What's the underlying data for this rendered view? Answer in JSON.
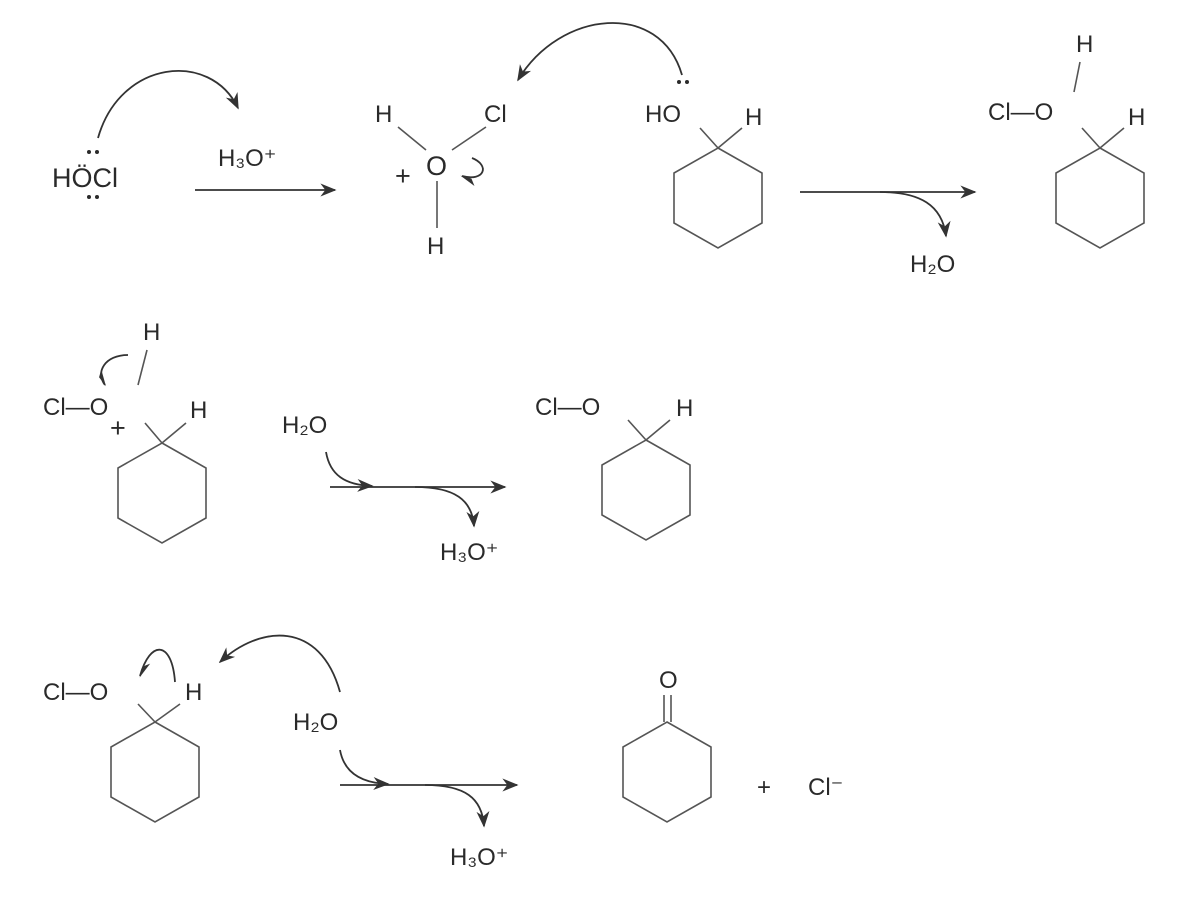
{
  "title": "Oxidation of cyclohexanol by hypochlorous acid (mechanism)",
  "step1": {
    "reactant": "HÖCl",
    "catalyst": "H₃O⁺",
    "oxonium_H_left": "H",
    "oxonium_Cl": "Cl",
    "oxonium_O": "O",
    "oxonium_charge": "+",
    "oxonium_H_bottom": "H",
    "alcohol_OH": "HO",
    "alcohol_H": "H",
    "byproduct": "H₂O",
    "product_H_top": "H",
    "product_ClO": "Cl—O",
    "product_H": "H"
  },
  "step2": {
    "reactant_H_top": "H",
    "reactant_ClO": "Cl—O",
    "reactant_charge": "+",
    "reactant_H": "H",
    "base": "H₂O",
    "byproduct": "H₃O⁺",
    "product_ClO": "Cl—O",
    "product_H": "H"
  },
  "step3": {
    "reactant_ClO": "Cl—O",
    "reactant_H": "H",
    "base": "H₂O",
    "byproduct": "H₃O⁺",
    "ketone_O": "O",
    "plus": "+",
    "chloride": "Cl⁻"
  }
}
